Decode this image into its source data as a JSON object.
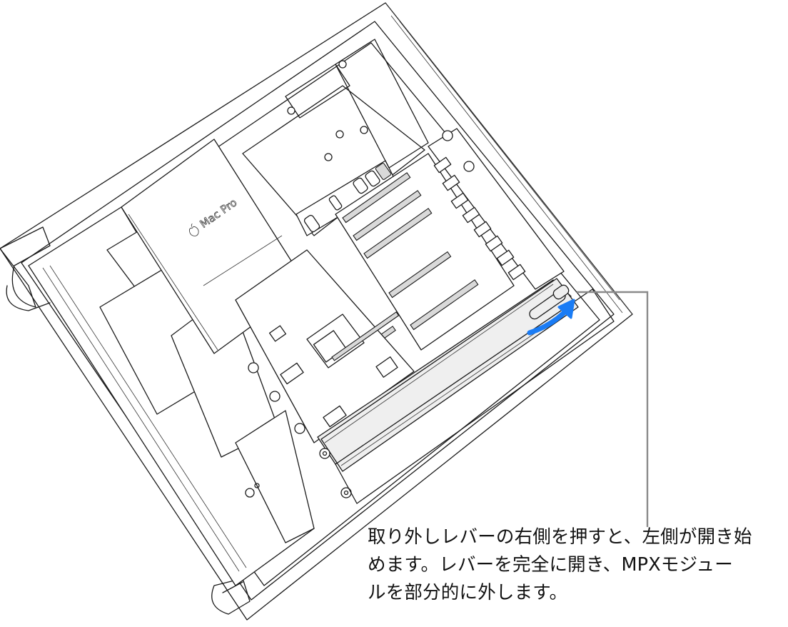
{
  "figure": {
    "subject": "Mac Pro interior, top-down rotated view, MPX module being released",
    "brand_label": "Mac Pro",
    "brand_logo_icon": "apple-logo-icon",
    "highlighted_component": "MPX module",
    "action_arrow": {
      "icon": "curved-arrow-icon",
      "color": "#1a7cf5",
      "direction": "clockwise-up"
    },
    "callout_line_color": "#8a8a8a",
    "module_fill_color": "#efefef"
  },
  "caption": {
    "lines": [
      "取り外しレバーの右側を押すと、左側が開き始",
      "めます。レバーを完全に開き、MPXモジュー",
      "ルを部分的に外します。"
    ]
  }
}
